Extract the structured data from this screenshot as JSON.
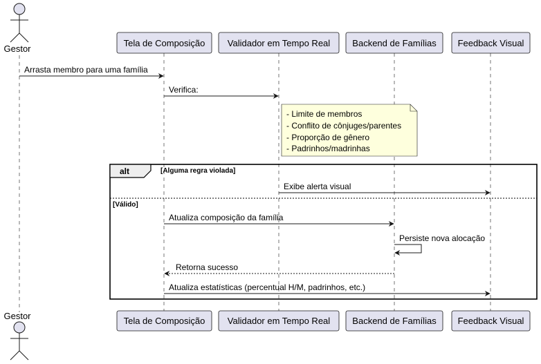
{
  "participants": [
    {
      "id": "gestor",
      "label": "Gestor",
      "kind": "actor"
    },
    {
      "id": "tela",
      "label": "Tela de Composição",
      "kind": "box"
    },
    {
      "id": "validador",
      "label": "Validador em Tempo Real",
      "kind": "box"
    },
    {
      "id": "backend",
      "label": "Backend de Famílias",
      "kind": "box"
    },
    {
      "id": "feedback",
      "label": "Feedback Visual",
      "kind": "box"
    }
  ],
  "messages": [
    {
      "label": "Arrasta membro para uma família"
    },
    {
      "label": "Verifica:"
    },
    {
      "label": "Exibe alerta visual"
    },
    {
      "label": "Atualiza composição da família"
    },
    {
      "label": "Persiste nova alocação"
    },
    {
      "label": "Retorna sucesso"
    },
    {
      "label": "Atualiza estatísticas (percentual H/M, padrinhos, etc.)"
    }
  ],
  "note": {
    "lines": [
      "- Limite de membros",
      "- Conflito de cônjuges/parentes",
      "- Proporção de gênero",
      "- Padrinhos/madrinhas"
    ]
  },
  "fragment": {
    "keyword": "alt",
    "guard_1": "[Alguma regra violada]",
    "guard_2": "[Válido]"
  },
  "colors": {
    "participant_fill": "#E2E2F0",
    "participant_border": "#181818",
    "note_fill": "#FEFFDD",
    "lifeline": "#181818",
    "line": "#181818"
  }
}
